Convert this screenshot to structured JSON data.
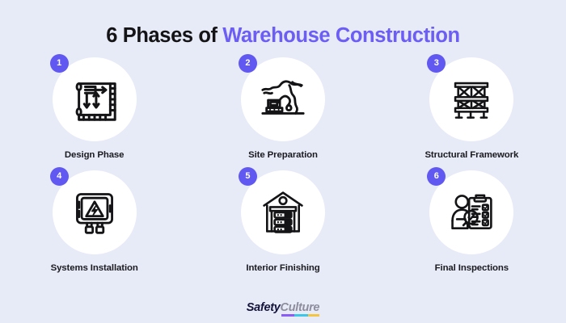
{
  "background_color": "#e7eaf7",
  "accent_color": "#6c5df5",
  "badge_color": "#6058f0",
  "title": {
    "plain_part": "6 Phases of ",
    "accent_part": "Warehouse Construction"
  },
  "phases": [
    {
      "number": "1",
      "label": "Design Phase",
      "icon_name": "blueprint-plan-icon"
    },
    {
      "number": "2",
      "label": "Site Preparation",
      "icon_name": "excavator-icon"
    },
    {
      "number": "3",
      "label": "Structural Framework",
      "icon_name": "steel-frame-icon"
    },
    {
      "number": "4",
      "label": "Systems Installation",
      "icon_name": "electrical-panel-icon"
    },
    {
      "number": "5",
      "label": "Interior Finishing",
      "icon_name": "warehouse-shelving-icon"
    },
    {
      "number": "6",
      "label": "Final Inspections",
      "icon_name": "inspector-clipboard-icon"
    }
  ],
  "footer": {
    "logo_first": "Safety",
    "logo_second": "Culture",
    "underline_colors": [
      "#8b5cf6",
      "#3cc6e8",
      "#f5c542"
    ]
  }
}
